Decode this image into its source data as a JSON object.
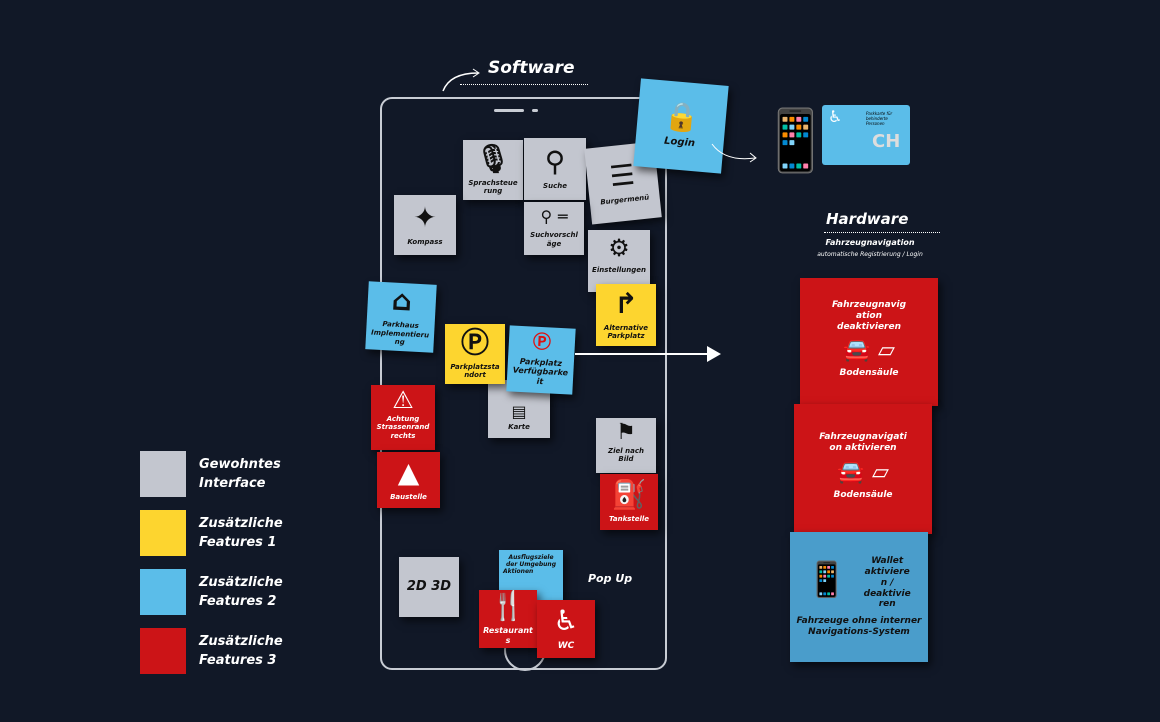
{
  "software": {
    "title": "Software",
    "popup": "Pop Up"
  },
  "hardware": {
    "title": "Hardware",
    "subtitle": "Fahrzeugnavigation",
    "subtitle2": "automatische Registrierung / Login",
    "card1": {
      "title": "Fahrzeugnavigation deaktivieren",
      "label": "Bodensäule"
    },
    "card2": {
      "title": "Fahrzeugnavigation aktivieren",
      "label": "Bodensäule"
    },
    "card3": {
      "title": "Wallet aktivieren / deaktivieren",
      "footer": "Fahrzeuge ohne interner Navigations-System"
    }
  },
  "notes": {
    "sprachsteuerung": "Sprachsteuerung",
    "suche": "Suche",
    "burgermenu": "Burgermenü",
    "kompass": "Kompass",
    "suchvorschlaege": "Suchvorschläge",
    "einstellungen": "Einstellungen",
    "login": "Login",
    "parkhaus": "Parkhaus Implementierung",
    "alternative": "Alternative Parkplatz",
    "standort": "Parkplatzstandort",
    "verfuegbarkeit": "Parkplatz Verfügbarkeit",
    "karte": "Karte",
    "achtung": "Achtung Strassenrand rechts",
    "baustelle": "Baustelle",
    "ziel": "Ziel nach Bild",
    "tankstelle": "Tankstelle",
    "dimension": "2D 3D",
    "ausflug": "Ausflugsziele der Umgebung",
    "ausflug2": "Aktionen",
    "restaurants": "Restaurants",
    "wc": "WC"
  },
  "idcard": {
    "heading": "Parkkarte für behinderte Personen",
    "country": "CH"
  },
  "legend": [
    {
      "label": "Gewohntes Interface",
      "color": "#c3c6cf"
    },
    {
      "label": "Zusätzliche Features 1",
      "color": "#fdd52f"
    },
    {
      "label": "Zusätzliche Features 2",
      "color": "#5bbde9"
    },
    {
      "label": "Zusätzliche Features 3",
      "color": "#cc1417"
    }
  ]
}
